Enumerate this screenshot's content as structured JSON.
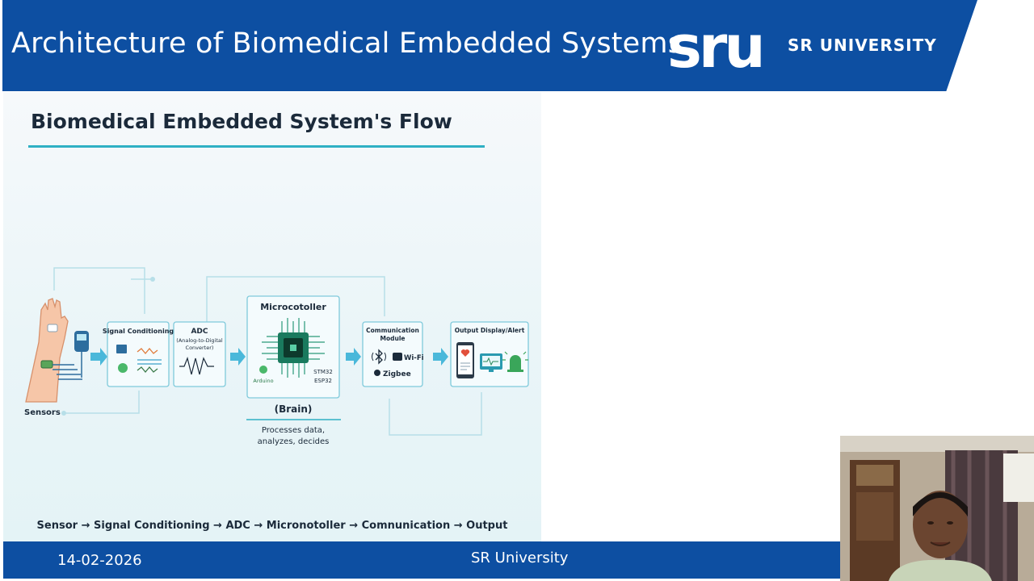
{
  "header": {
    "title": "Architecture of Biomedical Embedded Systems",
    "logo_mark": "sru",
    "logo_text": "SR UNIVERSITY",
    "colors": {
      "band": "#0d4fa2",
      "text": "#ffffff"
    }
  },
  "slide": {
    "title": "Biomedical Embedded System's Flow",
    "blocks": {
      "sensors": {
        "label": "Sensors",
        "icon": "hand-sensor-icon"
      },
      "signal_conditioning": {
        "label": "Signal Conditioning",
        "icon": "filter-wave-icon"
      },
      "adc": {
        "label": "ADC",
        "sub1": "(Analog-to-Digital",
        "sub2": "Converter)",
        "icon": "waveform-icon"
      },
      "microcontroller": {
        "label": "Microcotoller",
        "chip_labels": [
          "STM32",
          "ESP32"
        ],
        "arduino_label": "Arduino",
        "brain_label": "(Brain)",
        "desc_line1": "Processes data,",
        "desc_line2": "analyzes, decides",
        "icon": "chip-icon"
      },
      "communication": {
        "label_line1": "Communication",
        "label_line2": "Module",
        "wifi_label": "Wi-Fi",
        "zigbee_label": "Zigbee",
        "icon": "bluetooth-icon"
      },
      "output": {
        "label": "Output Display/Alert",
        "icons": [
          "phone-heart-icon",
          "monitor-ecg-icon",
          "alarm-bell-icon"
        ]
      }
    },
    "flow_caption": "Sensor → Signal Conditioning → ADC → Micronotoller → Comnunication → Output",
    "colors": {
      "accent": "#2fb0c4",
      "arrow": "#4ab8da",
      "chip": "#1a8a6e"
    }
  },
  "footer": {
    "date": "14-02-2026",
    "center": "SR University"
  },
  "webcam": {
    "icon": "presenter-video-icon"
  }
}
